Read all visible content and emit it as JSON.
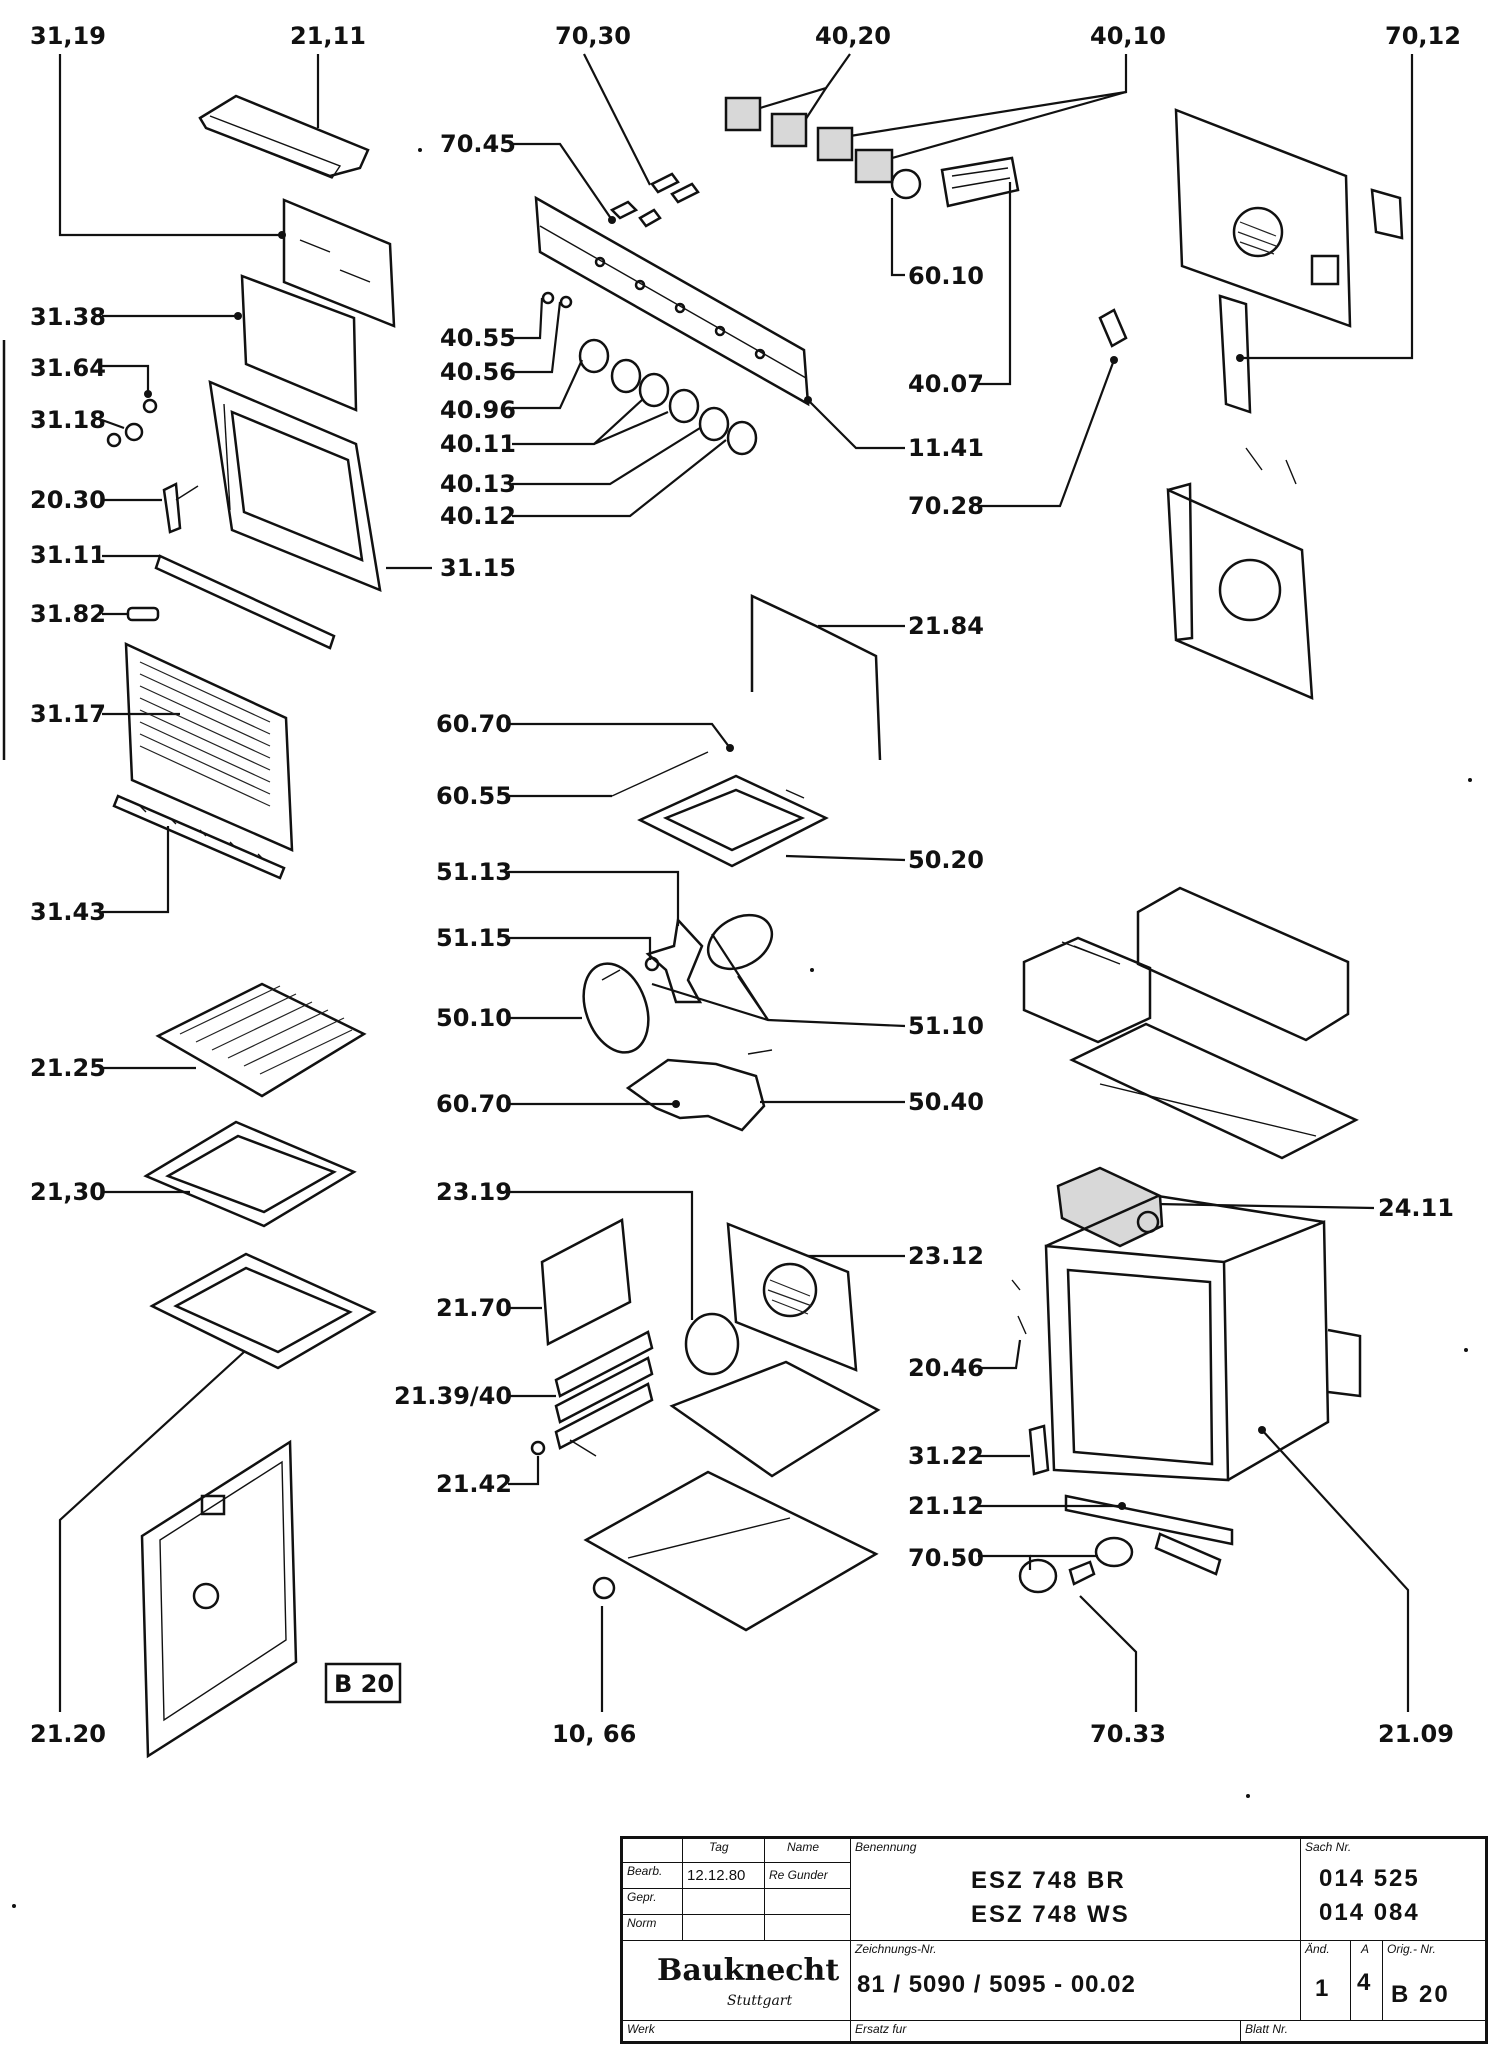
{
  "labels": {
    "l3119": "31,19",
    "l2111": "21,11",
    "l7030": "70,30",
    "l4020": "40,20",
    "l4010": "40,10",
    "l7012": "70,12",
    "l7045": "70.45",
    "l3138": "31.38",
    "l4055": "40.55",
    "l4056": "40.56",
    "l3164": "31.64",
    "l4096": "40.96",
    "l6010": "60.10",
    "l3118": "31.18",
    "l4011": "40.11",
    "l4007": "40.07",
    "l2030": "20.30",
    "l4013": "40.13",
    "l1141": "11.41",
    "l4012": "40.12",
    "l7028": "70.28",
    "l3111": "31.11",
    "l3115": "31.15",
    "l3182": "31.82",
    "l2184": "21.84",
    "l3117": "31.17",
    "l6070a": "60.70",
    "l6055": "60.55",
    "l5020": "50.20",
    "l3143": "31.43",
    "l5113": "51.13",
    "l5115": "51.15",
    "l5010": "50.10",
    "l5110": "51.10",
    "l2125": "21.25",
    "l6070b": "60.70",
    "l5040": "50.40",
    "l2130": "21,30",
    "l2319": "23.19",
    "l2411": "24.11",
    "l2312": "23.12",
    "l2170": "21.70",
    "l2046": "20.46",
    "l213940": "21.39/40",
    "l3122": "31.22",
    "l2142": "21.42",
    "l2112": "21.12",
    "l7050": "70.50",
    "l2120": "21.20",
    "l1066": "10, 66",
    "l7033": "70.33",
    "l2109": "21.09"
  },
  "page_ref": "B 20",
  "title_block": {
    "col_tag": "Tag",
    "col_name": "Name",
    "row_bearb": "Bearb.",
    "row_gepr": "Gepr.",
    "row_norm": "Norm",
    "bearb_date": "12.12.80",
    "bearb_name": "Re Gunder",
    "benennung_label": "Benennung",
    "model_1": "ESZ  748  BR",
    "model_2": "ESZ  748  WS",
    "sach_label": "Sach Nr.",
    "sach_1": "014 525",
    "sach_2": "014 084",
    "manufacturer": "Bauknecht",
    "city": "Stuttgart",
    "werk_label": "Werk",
    "zeich_label": "Zeichnungs-Nr.",
    "drawing_no": "81 / 5090 / 5095 - 00.02",
    "ersatz_label": "Ersatz fur",
    "blatt_label": "Blatt Nr.",
    "aend_label": "Änd.",
    "aend_value": "1",
    "a_label": "A",
    "a_value": "4",
    "orig_label": "Orig.- Nr.",
    "orig_value": "B 20"
  }
}
